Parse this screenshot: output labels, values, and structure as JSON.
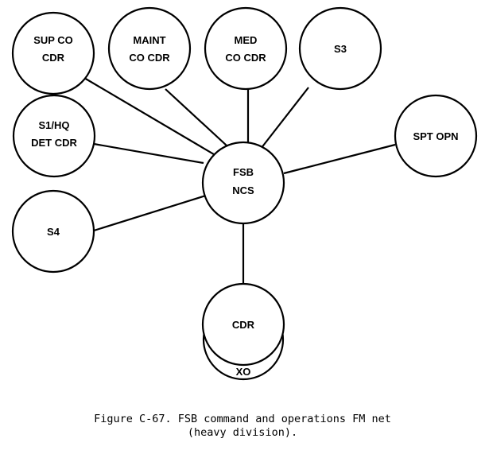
{
  "nodes": {
    "fsb_ncs": [
      "FSB",
      "NCS"
    ],
    "sup_co_cdr": [
      "SUP CO",
      "CDR"
    ],
    "maint_co_cdr": [
      "MAINT",
      "CO CDR"
    ],
    "med_co_cdr": [
      "MED",
      "CO CDR"
    ],
    "s3": [
      "S3"
    ],
    "s1_hq_det_cdr": [
      "S1/HQ",
      "DET CDR"
    ],
    "spt_opn": [
      "SPT OPN"
    ],
    "s4": [
      "S4"
    ],
    "cdr": [
      "CDR"
    ],
    "xo": [
      "XO"
    ]
  },
  "caption": {
    "line1": "Figure C-67. FSB command and operations FM net",
    "line2": "(heavy division)."
  }
}
